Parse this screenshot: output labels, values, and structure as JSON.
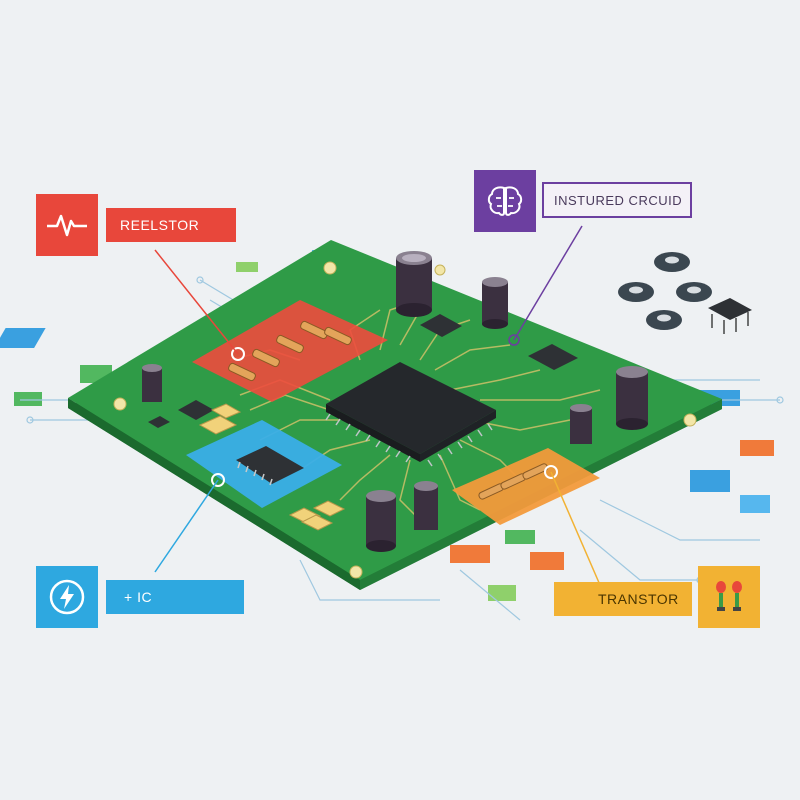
{
  "callouts": {
    "resistor": {
      "label": "REELSTOR",
      "icon": "waveform-icon",
      "color": "#e8473b"
    },
    "integrated": {
      "label": "INSTURED CRCUID",
      "icon": "brain-icon",
      "color": "#6c3fa0"
    },
    "ic": {
      "label": "+ IC",
      "icon": "lightning-icon",
      "color": "#2ea8e0"
    },
    "transistor": {
      "label": "TRANSTOR",
      "icon": "led-icon",
      "color": "#f2b233"
    }
  },
  "colors": {
    "board": "#2f9b47",
    "board_edge": "#1f7a35",
    "trace": "#d8c36a",
    "chip": "#2e3135",
    "capacitor": "#3b3040",
    "background": "#eef1f3"
  }
}
